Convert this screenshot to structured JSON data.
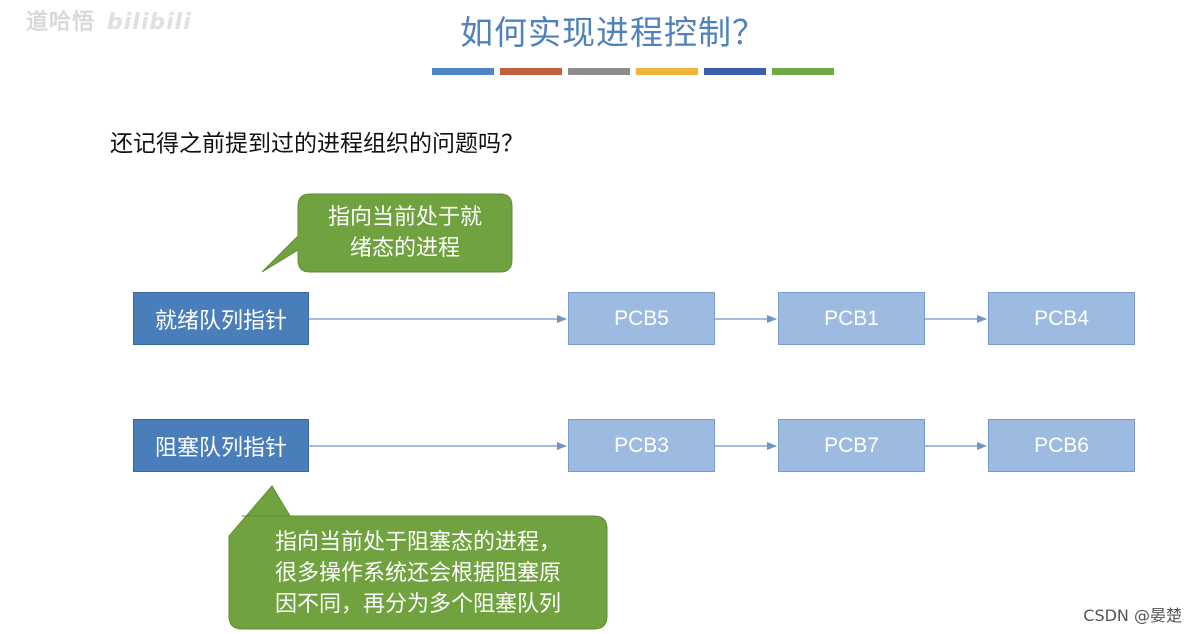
{
  "watermark_top_left": {
    "chinese": "道哈悟",
    "brand": "bilibili"
  },
  "title": "如何实现进程控制？",
  "color_bar_colors": [
    "#4e86c5",
    "#c0603d",
    "#8c8c8c",
    "#f0b43c",
    "#3d5ea8",
    "#6fa844"
  ],
  "question": "还记得之前提到过的进程组织的问题吗？",
  "ready_queue": {
    "pointer_label": "就绪队列指针",
    "pcbs": [
      "PCB5",
      "PCB1",
      "PCB4"
    ]
  },
  "blocked_queue": {
    "pointer_label": "阻塞队列指针",
    "pcbs": [
      "PCB3",
      "PCB7",
      "PCB6"
    ]
  },
  "callout_ready": {
    "lines": [
      "指向当前处于就",
      "绪态的进程"
    ]
  },
  "callout_blocked": {
    "lines": [
      "指向当前处于阻塞态的进程，",
      "很多操作系统还会根据阻塞原",
      "因不同，再分为多个阻塞队列"
    ]
  },
  "watermark_bottom_right": "CSDN @晏楚",
  "colors": {
    "queue_pointer": "#4a7ebb",
    "pcb": "#9dbbe0",
    "callout": "#70a33f",
    "arrow": "#6f94c6",
    "title": "#4f81bd"
  }
}
